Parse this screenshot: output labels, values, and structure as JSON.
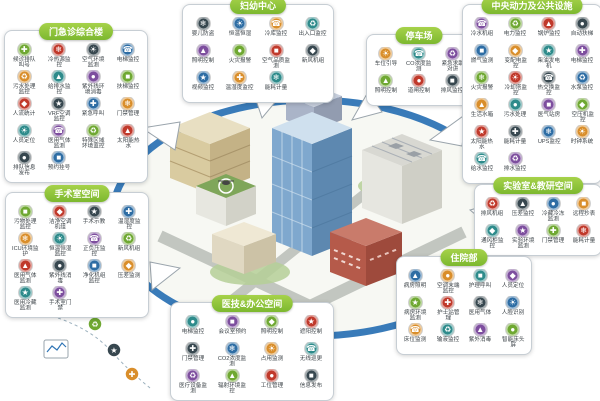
{
  "palette": [
    "#6fa832",
    "#c0392b",
    "#37474f",
    "#2e6da4",
    "#d98e2b",
    "#2e8b8b",
    "#7d4e9e"
  ],
  "glyphs": [
    "✚",
    "❄",
    "☀",
    "☎",
    "♻",
    "▲",
    "●",
    "■",
    "◆",
    "★"
  ],
  "panels": [
    {
      "title": "门急诊综合楼",
      "items": [
        "候诊排队叫号",
        "冷热源监控",
        "空气环境监测",
        "电梯监控",
        "污水处理监控",
        "给排水监控",
        "紫外线环境消毒",
        "扶梯监控",
        "人流统计",
        "VRF空调监控",
        "紧急呼叫",
        "门禁管理",
        "人员定位",
        "医用气体监测",
        "特殊区域环境监控",
        "太阳能热水",
        "排队信息发布",
        "预约挂号"
      ]
    },
    {
      "title": "妇幼中心",
      "items": [
        "婴儿防盗",
        "恒温恒湿",
        "冷库监控",
        "出入口监控",
        "照明控制",
        "火灾报警",
        "空气品质监测",
        "新风机组",
        "视频监控",
        "温湿度监控",
        "能耗计量"
      ]
    },
    {
      "title": "停车场",
      "items": [
        "车位引导",
        "CO浓度监测",
        "紧急求助对讲",
        "照明控制",
        "道闸控制",
        "排风监控"
      ]
    },
    {
      "title": "中央动力及公共设施",
      "items": [
        "冷水机组",
        "电力监控",
        "锅炉监控",
        "自动扶梯",
        "燃气监测",
        "变配电监控",
        "柴油发电机",
        "电梯监控",
        "火灾报警",
        "冷却塔监控",
        "热交换监控",
        "水泵监控",
        "生活水箱",
        "污水处理",
        "医气站房",
        "空压机监控",
        "太阳能热水",
        "能耗计量",
        "UPS监控",
        "时钟系统",
        "给水监控",
        "排水监控"
      ]
    },
    {
      "title": "实验室&教研空间",
      "items": [
        "排风机组",
        "压差监控",
        "冷藏冷冻监测",
        "远程抄表",
        "通风柜监控",
        "实验环境监测",
        "门禁管理",
        "能耗计量"
      ]
    },
    {
      "title": "住院部",
      "items": [
        "病房照明",
        "空调末端监控",
        "护理呼叫",
        "人员定位",
        "病房环境监测",
        "护士站管理",
        "医用气体",
        "人脸识别",
        "床位监测",
        "输液监控",
        "紫外消毒",
        "智能床头屏"
      ]
    },
    {
      "title": "医技&办公空间",
      "items": [
        "电梯监控",
        "会议室预约",
        "照明控制",
        "遮阳控制",
        "门禁管理",
        "CO2浓度监测",
        "占用监测",
        "无线巡更",
        "医疗设备监测",
        "辐射环境监控",
        "工位管理",
        "信息发布"
      ]
    },
    {
      "title": "手术室空间",
      "items": [
        "污物处理监控",
        "洁净空调机组",
        "手术示教",
        "温湿度监控",
        "ICU环境监护",
        "恒温恒湿监控",
        "正负压监控",
        "新风机组",
        "医用气体监测",
        "紫外线消毒",
        "净化机组监控",
        "压差监测",
        "医用冷藏监测",
        "手术室门禁"
      ]
    }
  ]
}
